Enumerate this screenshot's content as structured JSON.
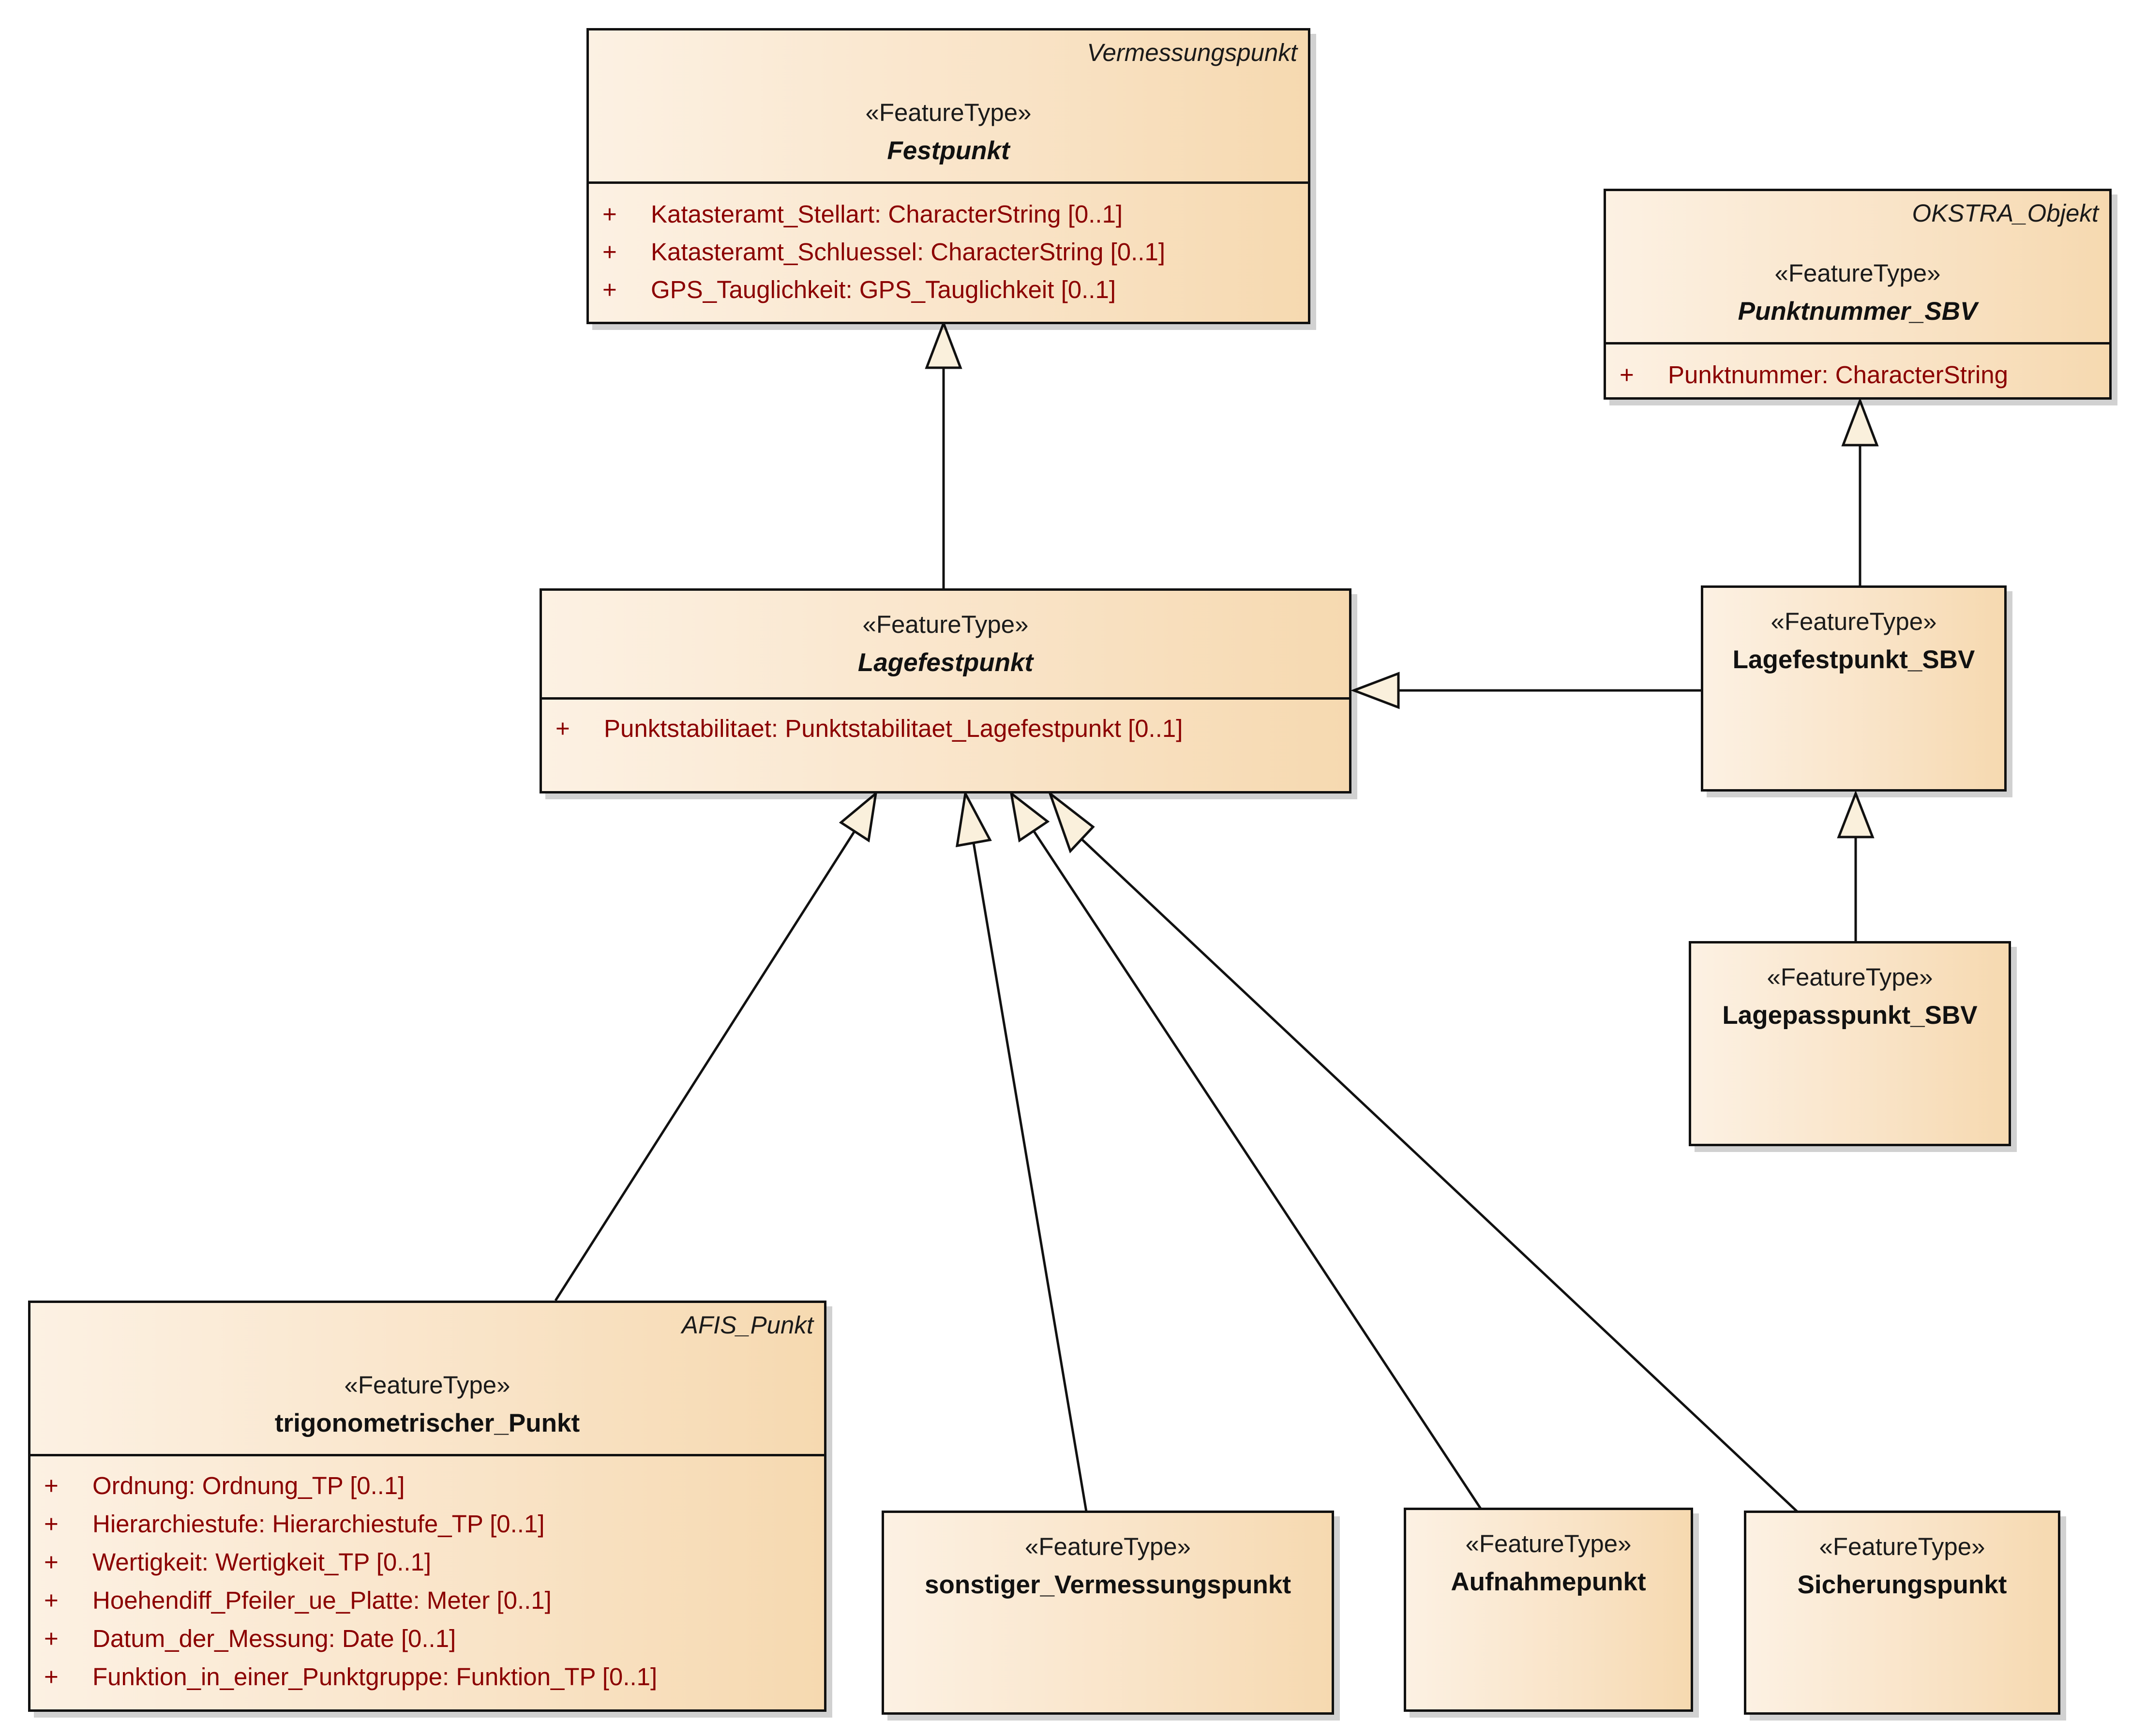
{
  "stereotype": "«FeatureType»",
  "classes": {
    "festpunkt": {
      "parent": "Vermessungspunkt",
      "name": "Festpunkt",
      "attributes": [
        "Katasteramt_Stellart: CharacterString [0..1]",
        "Katasteramt_Schluessel: CharacterString [0..1]",
        "GPS_Tauglichkeit: GPS_Tauglichkeit [0..1]"
      ]
    },
    "punktnummer_sbv": {
      "parent": "OKSTRA_Objekt",
      "name": "Punktnummer_SBV",
      "attributes": [
        "Punktnummer: CharacterString"
      ]
    },
    "lagefestpunkt": {
      "name": "Lagefestpunkt",
      "attributes": [
        "Punktstabilitaet: Punktstabilitaet_Lagefestpunkt [0..1]"
      ]
    },
    "lagefestpunkt_sbv": {
      "name": "Lagefestpunkt_SBV"
    },
    "lagepasspunkt_sbv": {
      "name": "Lagepasspunkt_SBV"
    },
    "trigonometrischer_punkt": {
      "parent": "AFIS_Punkt",
      "name": "trigonometrischer_Punkt",
      "attributes": [
        "Ordnung: Ordnung_TP [0..1]",
        "Hierarchiestufe: Hierarchiestufe_TP [0..1]",
        "Wertigkeit: Wertigkeit_TP [0..1]",
        "Hoehendiff_Pfeiler_ue_Platte: Meter [0..1]",
        "Datum_der_Messung: Date [0..1]",
        "Funktion_in_einer_Punktgruppe: Funktion_TP [0..1]"
      ]
    },
    "sonstiger_vermessungspunkt": {
      "name": "sonstiger_Vermessungspunkt"
    },
    "aufnahmepunkt": {
      "name": "Aufnahmepunkt"
    },
    "sicherungspunkt": {
      "name": "Sicherungspunkt"
    }
  },
  "attribute_marker": "+",
  "colors": {
    "attribute_text": "#8b0000",
    "box_fill_light": "#fcf1e3",
    "box_fill_dark": "#f6d9b0",
    "arrowhead_fill": "#faf0dc",
    "line": "#111111"
  }
}
